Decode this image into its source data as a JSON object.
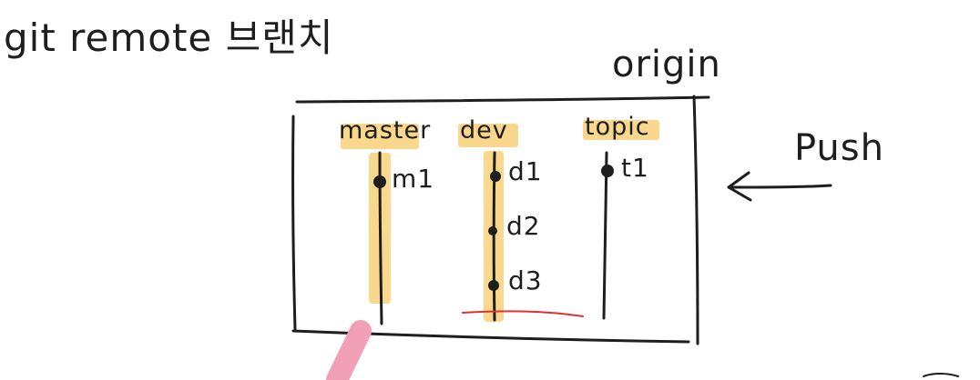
{
  "title": "git remote 브랜치",
  "remote": {
    "name": "origin"
  },
  "action": {
    "label": "Push"
  },
  "branches": [
    {
      "name": "master",
      "commits": [
        "m1"
      ]
    },
    {
      "name": "dev",
      "commits": [
        "d1",
        "d2",
        "d3"
      ]
    },
    {
      "name": "topic",
      "commits": [
        "t1"
      ]
    }
  ],
  "colors": {
    "ink": "#1e1e1e",
    "highlight": "#f9d88e",
    "underline": "#e03030",
    "pen": "#f2a0b8"
  }
}
